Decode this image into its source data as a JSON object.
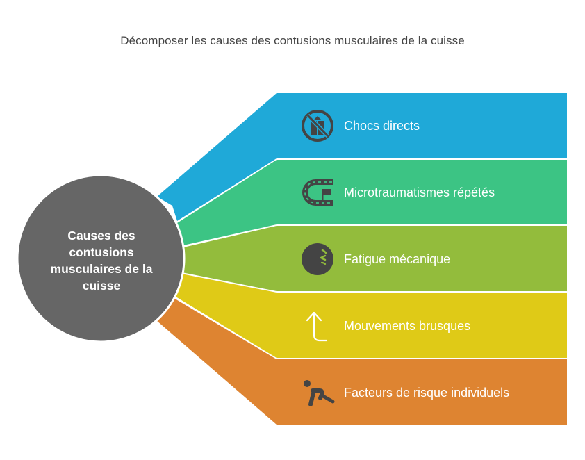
{
  "title": "Décomposer les causes des contusions musculaires de la cuisse",
  "center": {
    "label": "Causes des contusions musculaires de la cuisse",
    "color": "#666666"
  },
  "branches": [
    {
      "label": "Chocs directs",
      "icon": "no-box-icon",
      "color": "#1FA9D8"
    },
    {
      "label": "Microtraumatismes répétés",
      "icon": "race-track-icon",
      "color": "#3CC484"
    },
    {
      "label": "Fatigue mécanique",
      "icon": "tired-ball-icon",
      "color": "#93BC3C"
    },
    {
      "label": "Mouvements brusques",
      "icon": "arrow-up-turn-icon",
      "color": "#DFCA17"
    },
    {
      "label": "Facteurs de risque individuels",
      "icon": "crawling-person-icon",
      "color": "#DE8431"
    }
  ]
}
